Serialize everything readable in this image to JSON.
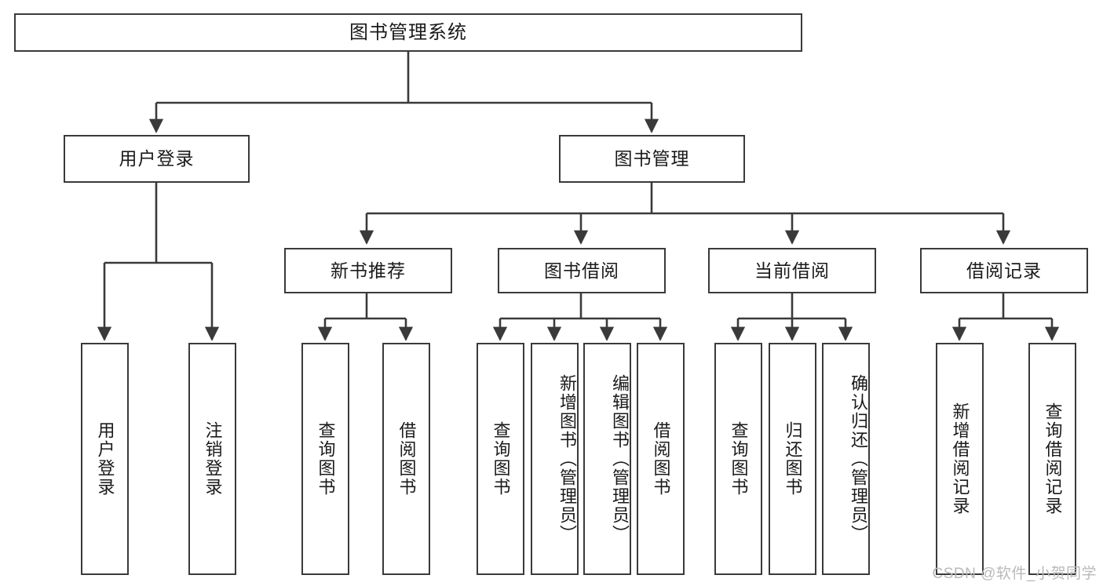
{
  "diagram": {
    "type": "hierarchy-tree",
    "title": "图书管理系统",
    "line_color": "#3a3a3a",
    "box_fill": "#ffffff",
    "text_color": "#1a1a1a",
    "watermark": "CSDN @软件_小贺同学"
  },
  "root": {
    "label": "图书管理系统"
  },
  "level1": [
    {
      "label": "用户登录"
    },
    {
      "label": "图书管理"
    }
  ],
  "level2": [
    {
      "label": "新书推荐"
    },
    {
      "label": "图书借阅"
    },
    {
      "label": "当前借阅"
    },
    {
      "label": "借阅记录"
    }
  ],
  "leaves": {
    "user_login": [
      {
        "label": "用户登录"
      },
      {
        "label": "注销登录"
      }
    ],
    "new_book_recommend": [
      {
        "label": "查询图书"
      },
      {
        "label": "借阅图书"
      }
    ],
    "book_borrow": [
      {
        "label": "查询图书"
      },
      {
        "label": "新增图书（管理员）"
      },
      {
        "label": "编辑图书（管理员）"
      },
      {
        "label": "借阅图书"
      }
    ],
    "current_borrow": [
      {
        "label": "查询图书"
      },
      {
        "label": "归还图书"
      },
      {
        "label": "确认归还（管理员）"
      }
    ],
    "borrow_record": [
      {
        "label": "新增借阅记录"
      },
      {
        "label": "查询借阅记录"
      }
    ]
  }
}
